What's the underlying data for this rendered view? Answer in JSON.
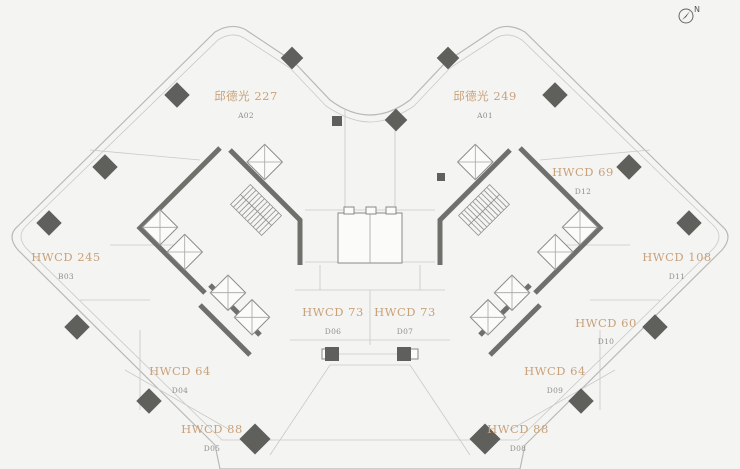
{
  "compass": {
    "label": "N"
  },
  "units": [
    {
      "name": "邱德光 227",
      "code": "A02"
    },
    {
      "name": "邱德光 249",
      "code": "A01"
    },
    {
      "name": "HWCD 69",
      "code": "D12"
    },
    {
      "name": "HWCD 245",
      "code": "B03"
    },
    {
      "name": "HWCD 108",
      "code": "D11"
    },
    {
      "name": "HWCD 73",
      "code": "D06"
    },
    {
      "name": "HWCD 73",
      "code": "D07"
    },
    {
      "name": "HWCD 60",
      "code": "D10"
    },
    {
      "name": "HWCD 64",
      "code": "D04"
    },
    {
      "name": "HWCD 64",
      "code": "D09"
    },
    {
      "name": "HWCD 88",
      "code": "D05"
    },
    {
      "name": "HWCD 88",
      "code": "D08"
    }
  ],
  "colors": {
    "label": "#c9a27a",
    "code": "#8e8e8b",
    "wall": "#b9b9b6",
    "column": "#5f5f5c"
  }
}
